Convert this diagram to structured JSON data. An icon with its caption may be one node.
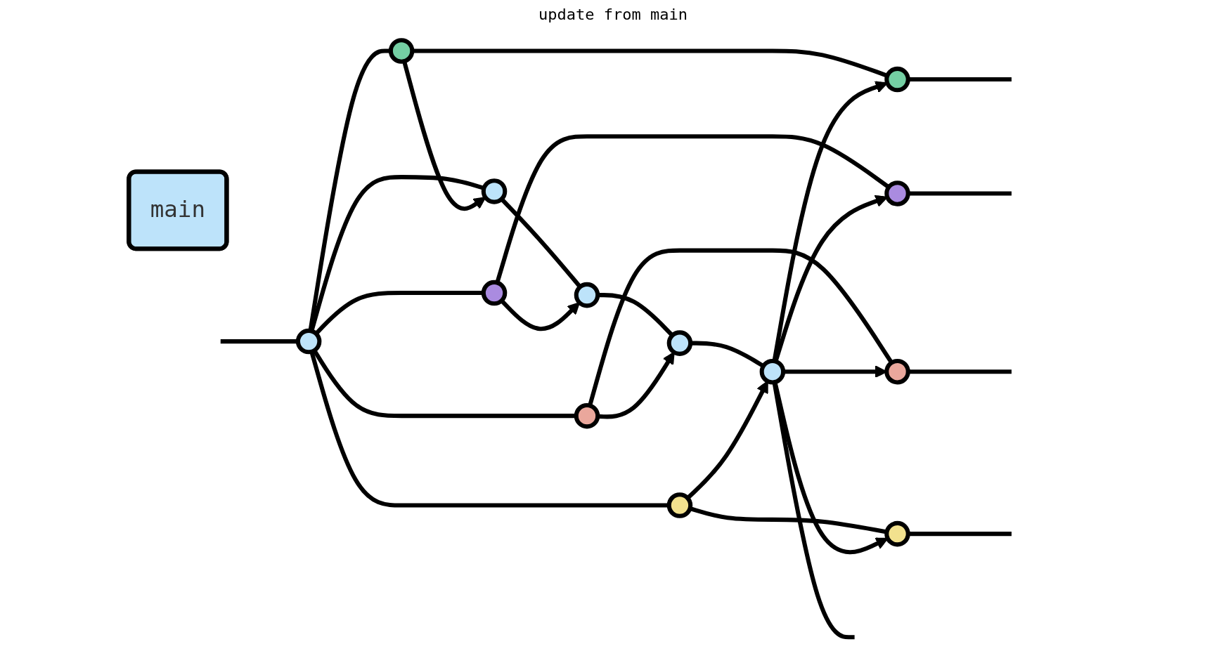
{
  "diagram": {
    "nodes": [
      {
        "text": [
          "main"
        ]
      },
      {
        "text": [],
        "shape": "circle"
      },
      {
        "text": [],
        "shape": "circle"
      },
      {
        "text": [],
        "shape": "circle"
      },
      {
        "text": [],
        "shape": "circle"
      },
      {
        "text": [],
        "shape": "circle"
      },
      {
        "text": [],
        "shape": "circle"
      },
      {
        "text": [],
        "shape": "circle"
      },
      {
        "text": [],
        "shape": "circle"
      },
      {
        "text": [],
        "shape": "circle"
      },
      {
        "text": [],
        "shape": "circle"
      },
      {
        "text": [],
        "shape": "circle"
      },
      {
        "text": [],
        "shape": "circle"
      },
      {
        "text": [],
        "shape": "circle"
      }
    ],
    "edges": [
      {
        "from": null,
        "to": 1,
        "arrow": "none"
      },
      {
        "from": 1,
        "to": 2,
        "arrow": "none"
      },
      {
        "from": 2,
        "to": 3,
        "arrow": "none"
      },
      {
        "from": 3,
        "to": 4,
        "arrow": "none"
      },
      {
        "from": 4,
        "to": 5,
        "arrow": "none"
      },
      {
        "from": 5,
        "to": null,
        "arrow": "none"
      },
      {
        "from": 1,
        "to": 6,
        "arrow": "none"
      },
      {
        "from": 1,
        "to": 8,
        "arrow": "none"
      },
      {
        "from": 1,
        "to": 10,
        "arrow": "none"
      },
      {
        "from": 1,
        "to": 12,
        "arrow": "none"
      },
      {
        "from": 6,
        "to": 2,
        "arrow": "to"
      },
      {
        "from": 8,
        "to": 3,
        "arrow": "to"
      },
      {
        "from": 10,
        "to": 4,
        "arrow": "to"
      },
      {
        "from": 12,
        "to": 5,
        "arrow": "to"
      },
      {
        "from": 6,
        "to": 7,
        "arrow": "none"
      },
      {
        "from": 8,
        "to": 9,
        "arrow": "none"
      },
      {
        "from": 10,
        "to": 11,
        "arrow": "none"
      },
      {
        "from": 12,
        "to": 13,
        "arrow": "none"
      },
      {
        "from": 5,
        "to": 7,
        "arrow": "to"
      },
      {
        "from": 5,
        "to": 9,
        "arrow": "to"
      },
      {
        "from": 5,
        "to": 11,
        "arrow": "to"
      },
      {
        "from": 5,
        "to": 13,
        "arrow": "to"
      },
      {
        "from": 7,
        "to": null,
        "arrow": "none"
      },
      {
        "from": 9,
        "to": null,
        "arrow": "none"
      },
      {
        "from": 11,
        "to": null,
        "arrow": "none"
      },
      {
        "from": 13,
        "to": null,
        "arrow": "none"
      }
    ],
    "labels": [
      "update from main"
    ]
  }
}
